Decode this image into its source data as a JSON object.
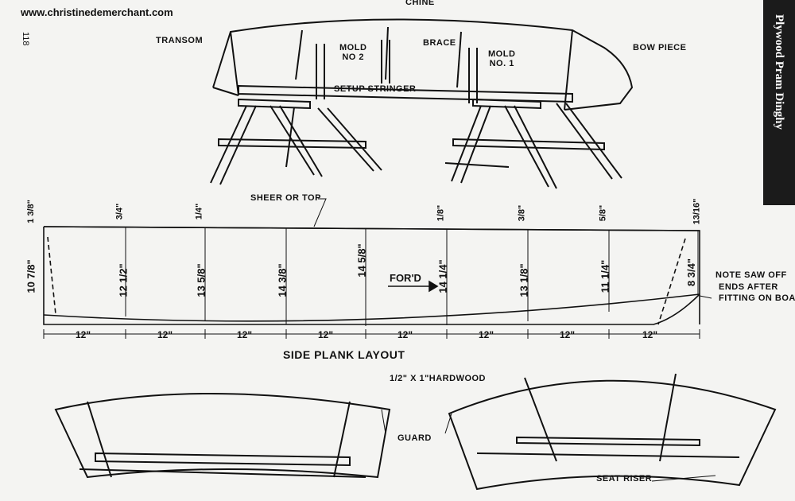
{
  "website": "www.christinedemerchant.com",
  "page_number": "118",
  "side_tab": "Plywood Pram Dinghy",
  "setup_labels": {
    "chine": "CHINE",
    "transom": "TRANSOM",
    "mold_no2": "MOLD\nNO 2",
    "brace": "BRACE",
    "mold_no1": "MOLD\nNO. 1",
    "bow_piece": "BOW PIECE",
    "setup_stringer": "SETUP STRINGER"
  },
  "layout": {
    "title": "SIDE PLANK LAYOUT",
    "sheer_label": "SHEER OR TOP",
    "ford_label": "FOR'D",
    "note": [
      "NOTE  SAW OFF",
      "ENDS AFTER",
      "FITTING ON BOAT"
    ],
    "stations": [
      {
        "top": "1 3/8\"",
        "height": "10 7/8\""
      },
      {
        "top": "3/4\"",
        "height": "12 1/2\""
      },
      {
        "top": "1/4\"",
        "height": "13 5/8\""
      },
      {
        "top": "",
        "height": "14 3/8\""
      },
      {
        "top": "",
        "height": "14 5/8\""
      },
      {
        "top": "1/8\"",
        "height": "14 1/4\""
      },
      {
        "top": "3/8\"",
        "height": "13 1/8\""
      },
      {
        "top": "5/8\"",
        "height": "11 1/4\""
      },
      {
        "top": "13/16\"",
        "height": "8 3/4\""
      }
    ],
    "spacings": [
      "12\"",
      "12\"",
      "12\"",
      "12\"",
      "12\"",
      "12\"",
      "12\"",
      "12\""
    ]
  },
  "bottom_labels": {
    "hardwood": "1/2\" X 1\"HARDWOOD",
    "guard": "GUARD",
    "seat_riser": "SEAT RISER"
  }
}
